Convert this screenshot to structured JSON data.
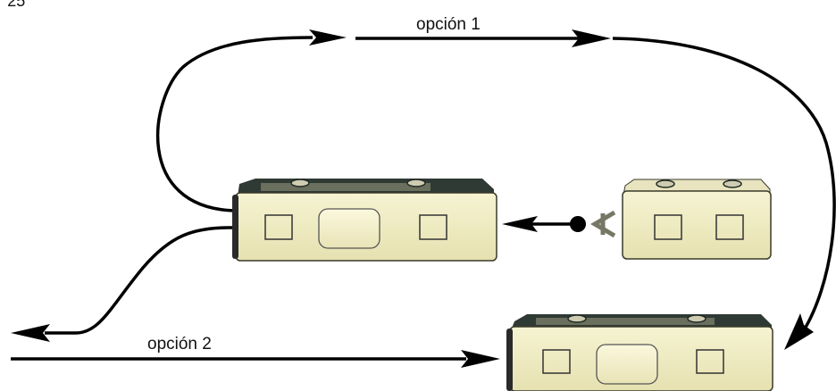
{
  "figure_label": "n° 25",
  "labels": {
    "option1": "opción 1",
    "option2": "opción 2"
  },
  "colors": {
    "bus_body": "#f2efc8",
    "bus_roof": "#2f3a34",
    "bus_outline": "#3a3a2a",
    "arrow": "#000000",
    "marker_a": "#777766"
  }
}
